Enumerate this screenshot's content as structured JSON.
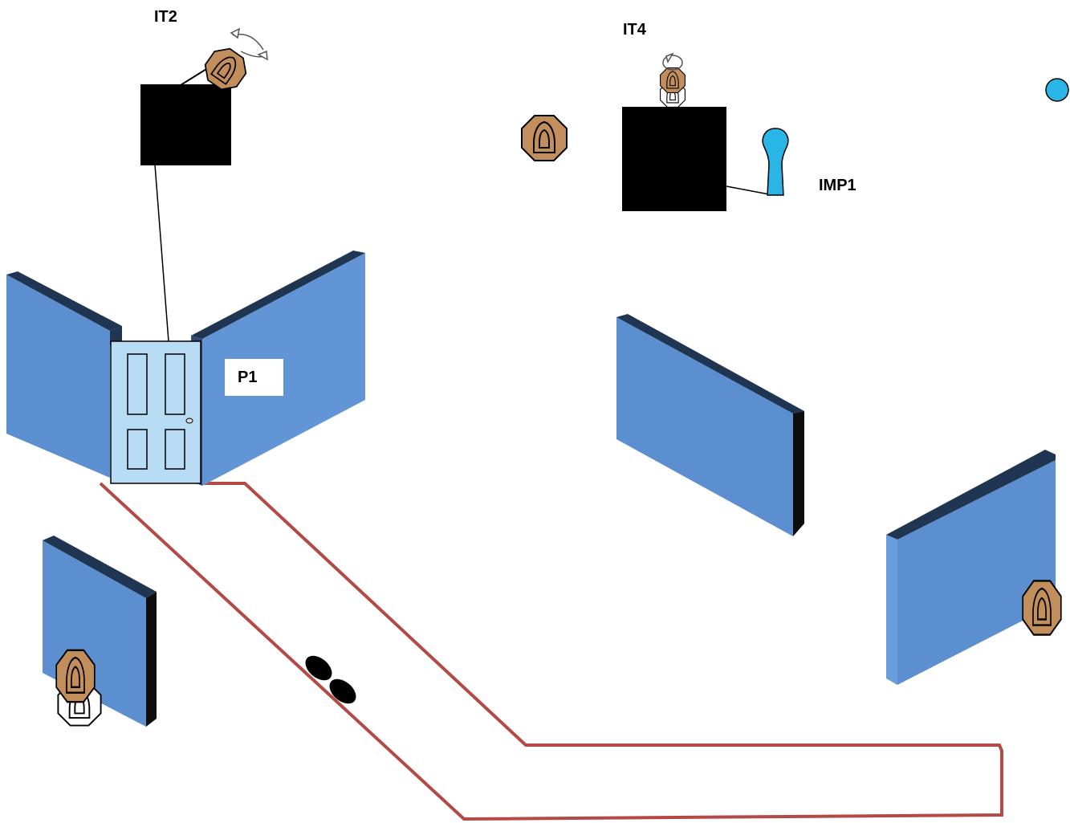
{
  "labels": {
    "it2": "IT2",
    "it4": "IT4",
    "imp1": "IMP1",
    "p1": "P1"
  },
  "colors": {
    "wall_face": "#5b8fd0",
    "wall_dark": "#1f3551",
    "door": "#b9dcf5",
    "target_brown": "#c28e5b",
    "no_shoot_white": "#ffffff",
    "popper_blue": "#29b6e6",
    "fault_line": "#b34a45",
    "barrel": "#000000"
  },
  "icons": [
    "cardboard-target-icon",
    "no-shoot-target-icon",
    "swinger-arrow-icon",
    "popper-icon",
    "shooting-box-icon",
    "door-icon"
  ]
}
